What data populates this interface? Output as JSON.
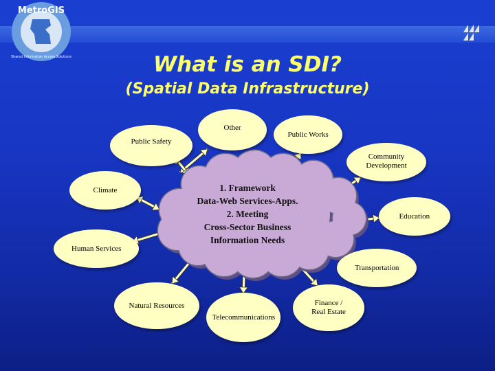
{
  "title": "What is an SDI?",
  "subtitle": "(Spatial Data Infrastructure)",
  "logo": {
    "brand": "MetroGIS",
    "tagline": "Shared Information Access Solutions",
    "icon": "minnesota-map-icon"
  },
  "corner_icon": "stacked-triangles-icon",
  "center": {
    "lines": [
      "1. Framework",
      "Data-Web Services-Apps.",
      "2. Meeting",
      "Cross-Sector Business",
      "Information Needs"
    ]
  },
  "nodes": [
    {
      "id": "other",
      "label": "Other"
    },
    {
      "id": "public-works",
      "label": "Public Works"
    },
    {
      "id": "public-safety",
      "label": "Public Safety"
    },
    {
      "id": "community-development",
      "label": "Community Development"
    },
    {
      "id": "climate",
      "label": "Climate"
    },
    {
      "id": "education",
      "label": "Education"
    },
    {
      "id": "human-services",
      "label": "Human Services"
    },
    {
      "id": "transportation",
      "label": "Transportation"
    },
    {
      "id": "natural-resources",
      "label": "Natural Resources"
    },
    {
      "id": "telecommunications",
      "label": "Telecommunications"
    },
    {
      "id": "finance-real-estate",
      "label": "Finance / Real Estate"
    }
  ],
  "colors": {
    "node_fill": "#ffffc4",
    "cloud_fill": "#c9a9d6",
    "title": "#ffff66",
    "background": "#1836c4"
  }
}
